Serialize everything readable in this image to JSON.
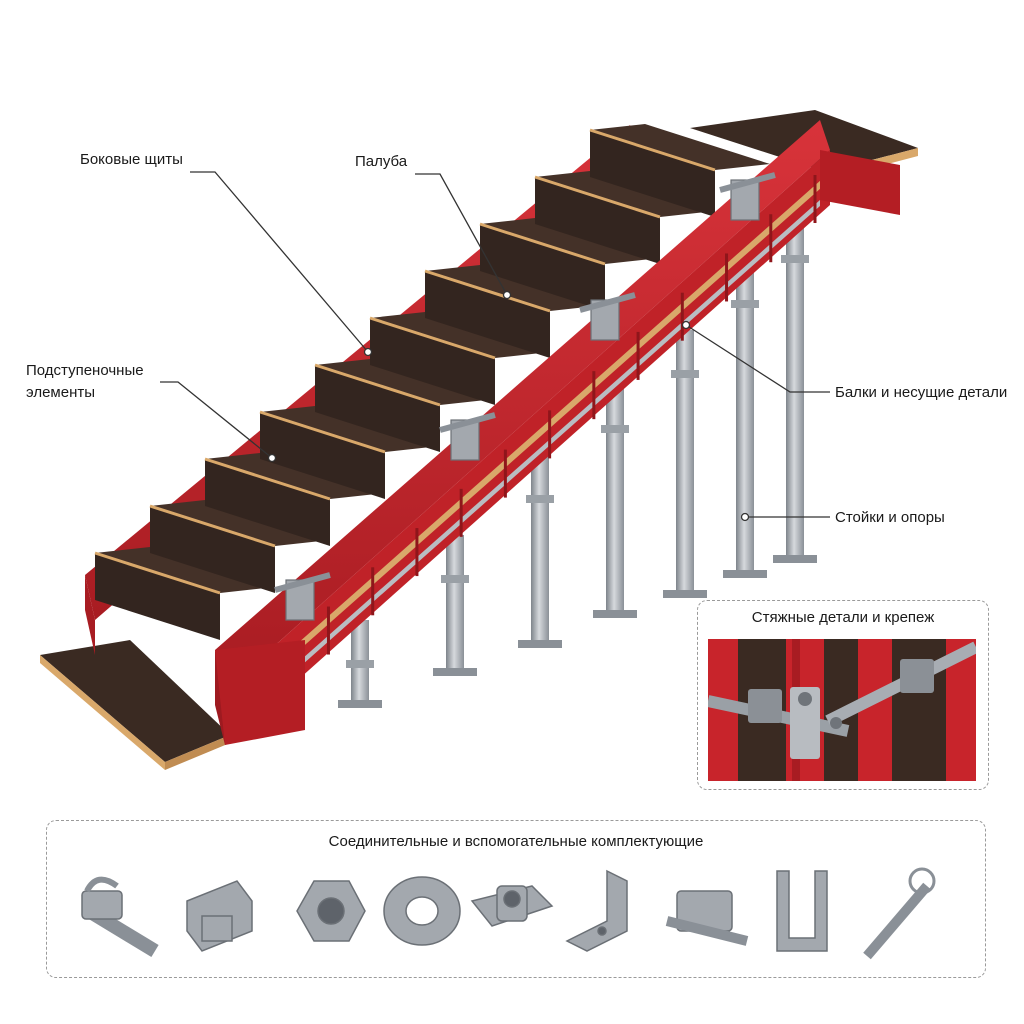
{
  "labels": {
    "side_panels": "Боковые щиты",
    "deck": "Палуба",
    "riser_elements": "Подступеночные элементы",
    "beams": "Балки и несущие детали",
    "posts": "Стойки и опоры"
  },
  "inset": {
    "title": "Стяжные детали и крепеж"
  },
  "parts_panel": {
    "title": "Соединительные и вспомогательные комплектующие",
    "items": [
      "clamp-screw-icon",
      "wedge-clamp-icon",
      "hex-nut-icon",
      "flat-washer-icon",
      "anchor-nut-plate-icon",
      "angle-bracket-icon",
      "tie-clamp-icon",
      "u-bracket-icon",
      "pin-with-ring-icon"
    ]
  },
  "colors": {
    "formwork_red": "#c8242b",
    "deck_brown": "#3a2a22",
    "plywood_edge": "#d9a86a",
    "steel": "#a8adb3"
  }
}
